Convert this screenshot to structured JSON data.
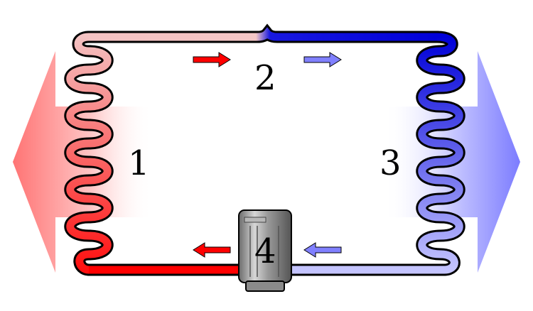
{
  "labels": {
    "condenser": "1",
    "expansion_valve": "2",
    "evaporator": "3",
    "compressor": "4"
  },
  "colors": {
    "hot": "#ff0000",
    "hot_light": "#f7b8b8",
    "cold": "#0000dd",
    "cold_light": "#c8c8ff",
    "outline": "#000000",
    "heat_out": "#ff7070",
    "heat_in": "#8080ff"
  },
  "flow_direction": "clockwise"
}
